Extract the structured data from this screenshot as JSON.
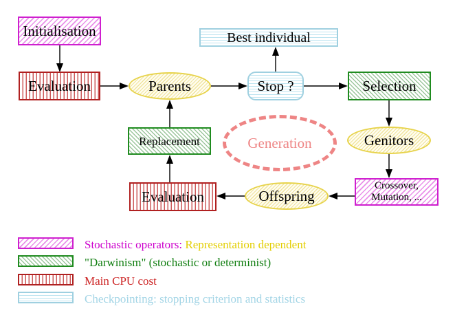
{
  "diagram_title": "Evolutionary algorithm generation loop",
  "nodes": {
    "initialisation": {
      "label": "Initialisation",
      "style": "magenta-diagonal-hatch"
    },
    "evaluation_top": {
      "label": "Evaluation",
      "style": "red-vertical-stripes"
    },
    "parents": {
      "label": "Parents",
      "style": "yellow-ellipse"
    },
    "best_individual": {
      "label": "Best individual",
      "style": "cyan-horizontal-stripes"
    },
    "stop": {
      "label": "Stop ?",
      "style": "cyan-horizontal-stripes-rounded"
    },
    "selection": {
      "label": "Selection",
      "style": "green-diagonal-hatch"
    },
    "genitors": {
      "label": "Genitors",
      "style": "yellow-ellipse"
    },
    "crossover_mutation": {
      "line1": "Crossover,",
      "line2": "Mutation, ...",
      "style": "magenta-diagonal-hatch"
    },
    "offspring": {
      "label": "Offspring",
      "style": "yellow-ellipse"
    },
    "evaluation_bottom": {
      "label": "Evaluation",
      "style": "red-vertical-stripes"
    },
    "replacement": {
      "label": "Replacement",
      "style": "green-diagonal-hatch"
    },
    "generation": {
      "label": "Generation",
      "style": "salmon-dashed-ellipse"
    }
  },
  "edges": [
    "initialisation->evaluation_top",
    "evaluation_top->parents",
    "parents->stop",
    "stop->best_individual",
    "stop->selection",
    "selection->genitors",
    "genitors->crossover_mutation",
    "crossover_mutation->offspring",
    "offspring->evaluation_bottom",
    "evaluation_bottom->replacement",
    "replacement->parents"
  ],
  "legend": {
    "items": [
      {
        "swatch": "magenta-diagonal-hatch",
        "label": "Stochastic operators:",
        "label2": "Representation dependent",
        "label_color": "#cc00cc",
        "label2_color": "#e3ce00"
      },
      {
        "swatch": "green-diagonal-hatch",
        "label": "\"Darwinism\" (stochastic or determinist)",
        "label_color": "#0f7d0f"
      },
      {
        "swatch": "red-vertical-stripes",
        "label": "Main CPU cost",
        "label_color": "#cc2222"
      },
      {
        "swatch": "cyan-horizontal-stripes",
        "label": "Checkpointing: stopping criterion and statistics",
        "label_color": "#a3d5e6"
      }
    ]
  },
  "colors": {
    "magenta_border": "#cf1fcf",
    "magenta_hatch": "#e98fe9",
    "red_border": "#b02020",
    "red_stripe": "#cc5a5a",
    "green_border": "#1f8b1f",
    "green_hatch": "#9cc69c",
    "cyan_border": "#9fd0e0",
    "cyan_stripe": "#bde4f0",
    "yellow_border": "#e7d34b",
    "yellow_hatch": "#f0e49e",
    "salmon_dashed": "#ee8585",
    "arrow": "#000000",
    "background": "#ffffff"
  }
}
